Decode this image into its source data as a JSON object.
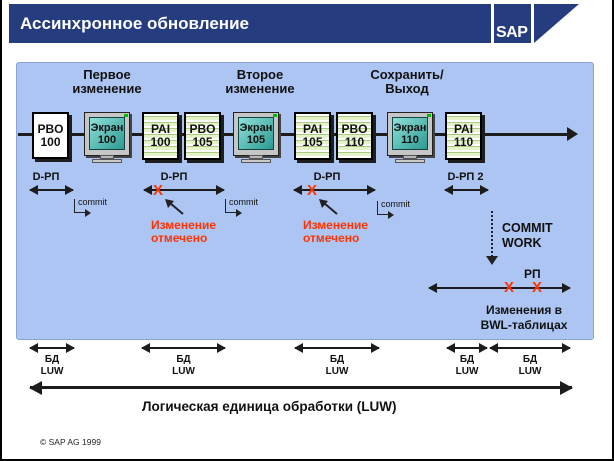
{
  "slide": {
    "title": "Ассинхронное обновление",
    "logo": "SAP",
    "copyright": "©  SAP AG 1999"
  },
  "phases": [
    {
      "line1": "Первое",
      "line2": "изменение"
    },
    {
      "line1": "Второе",
      "line2": "изменение"
    },
    {
      "line1": "Сохранить/",
      "line2": "Выход"
    }
  ],
  "boxes": [
    {
      "kind": "plain",
      "line1": "PBO",
      "line2": "100"
    },
    {
      "kind": "monitor",
      "line1": "Экран",
      "line2": "100"
    },
    {
      "kind": "striped",
      "line1": "PAI",
      "line2": "100"
    },
    {
      "kind": "striped",
      "line1": "PBO",
      "line2": "105"
    },
    {
      "kind": "monitor",
      "line1": "Экран",
      "line2": "105"
    },
    {
      "kind": "striped",
      "line1": "PAI",
      "line2": "105"
    },
    {
      "kind": "striped",
      "line1": "PBO",
      "line2": "110"
    },
    {
      "kind": "monitor",
      "line1": "Экран",
      "line2": "110"
    },
    {
      "kind": "striped",
      "line1": "PAI",
      "line2": "110"
    }
  ],
  "workprocess": {
    "d_rp": [
      "D-РП",
      "D-РП",
      "D-РП",
      "D-РП 2"
    ],
    "commit": "commit",
    "x": "X",
    "change_marked": {
      "line1": "Изменение",
      "line2": "отмечено"
    },
    "commit_work": {
      "line1": "COMMIT",
      "line2": "WORK"
    },
    "rp": "РП",
    "bwl": {
      "line1": "Изменения в",
      "line2": "BWL-таблицах"
    }
  },
  "db_luw": {
    "bd": "БД",
    "luw": "LUW",
    "caption": "Логическая единица обработки (LUW)"
  },
  "colors": {
    "navy": "#253C7F",
    "panel_blue": "#ADC5F2",
    "annotation_red": "#FF3300",
    "screen_teal": "#2D9A92",
    "stripe_green": "#E5F2CA"
  }
}
